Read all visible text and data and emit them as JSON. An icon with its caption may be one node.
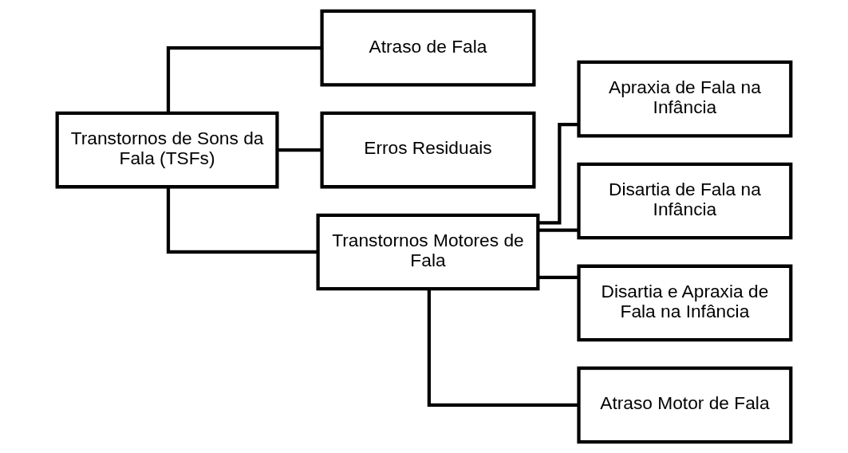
{
  "diagram": {
    "nodes": [
      {
        "text": [
          "Transtornos de Sons da Fala (TSFs)"
        ]
      },
      {
        "text": [
          "Atraso de Fala"
        ]
      },
      {
        "text": [
          "Erros Residuais"
        ]
      },
      {
        "text": [
          "Transtornos Motores de Fala"
        ]
      },
      {
        "text": [
          "Apraxia de Fala na Infância"
        ]
      },
      {
        "text": [
          "Disartia de Fala na Infância"
        ]
      },
      {
        "text": [
          "Disartia e Apraxia de Fala na Infância"
        ]
      },
      {
        "text": [
          "Atraso Motor de Fala"
        ]
      }
    ],
    "edges": [
      {
        "from": 0,
        "to": 1,
        "arrow": "none"
      },
      {
        "from": 0,
        "to": 2,
        "arrow": "none"
      },
      {
        "from": 0,
        "to": 3,
        "arrow": "none"
      },
      {
        "from": 3,
        "to": 4,
        "arrow": "none"
      },
      {
        "from": 3,
        "to": 5,
        "arrow": "none"
      },
      {
        "from": 3,
        "to": 6,
        "arrow": "none"
      },
      {
        "from": 3,
        "to": 7,
        "arrow": "none"
      }
    ]
  }
}
